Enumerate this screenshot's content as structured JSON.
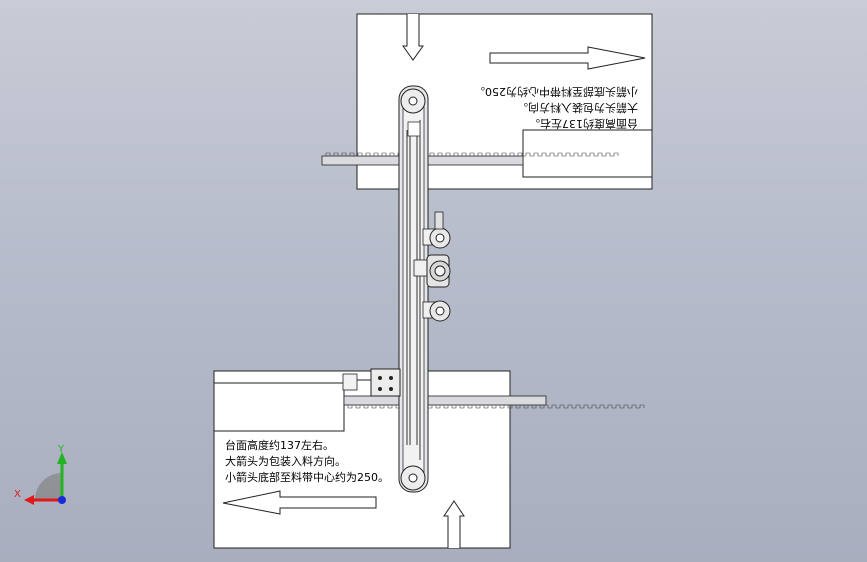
{
  "notes_top": {
    "line1": "台面高度约137左右。",
    "line2": "大箭头为包装入料方向。",
    "line3": "小箭头底部至料带中心约为250。"
  },
  "notes_bottom": {
    "line1": "台面高度约137左右。",
    "line2": "大箭头为包装入料方向。",
    "line3": "小箭头底部至料带中心约为250。"
  },
  "axes": {
    "x_label": "X",
    "y_label": "Y",
    "x_color": "#e01818",
    "y_color": "#22b422",
    "z_color": "#1a2ad8"
  }
}
